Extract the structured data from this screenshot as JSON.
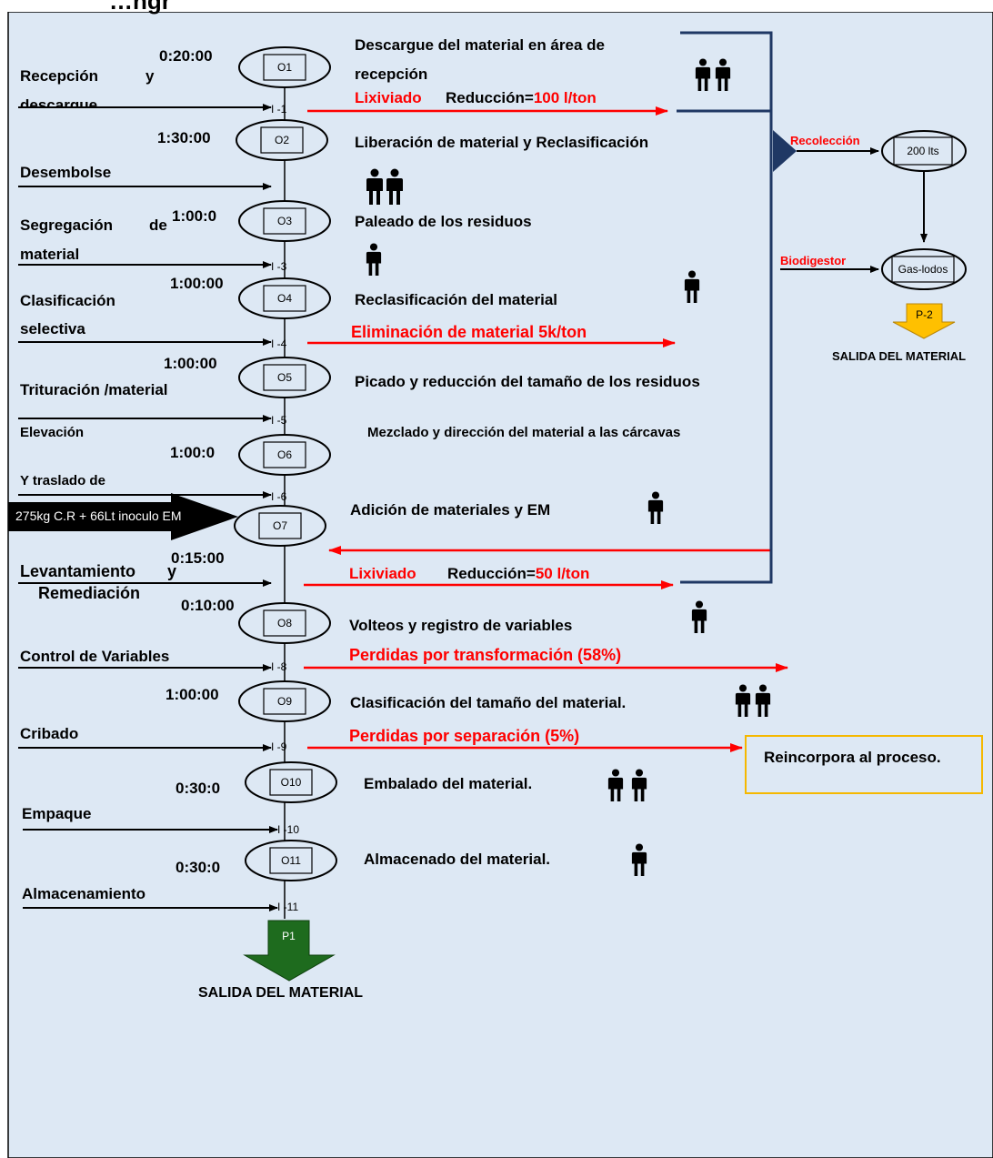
{
  "title_fragment": "…ngr",
  "operations": [
    {
      "id": "O1",
      "time": "0:20:00",
      "desc": "Descargue del material en área de",
      "desc2": "recepción",
      "inspection": "I -1"
    },
    {
      "id": "O2",
      "time": "1:30:00",
      "desc": "Liberación de material y Reclasificación",
      "inspection": ""
    },
    {
      "id": "O3",
      "time": "1:00:0",
      "desc": "Paleado de los residuos",
      "inspection": "I -3"
    },
    {
      "id": "O4",
      "time": "1:00:00",
      "desc": "Reclasificación del material",
      "inspection": "I -4"
    },
    {
      "id": "O5",
      "time": "1:00:00",
      "desc": "Picado y reducción del tamaño de los residuos",
      "inspection": "I -5"
    },
    {
      "id": "O6",
      "time": "1:00:0",
      "desc": "Mezclado y dirección del material a las cárcavas",
      "inspection": "I -6"
    },
    {
      "id": "O7",
      "time": "0:15:00",
      "desc": "Adición de materiales y EM",
      "inspection": ""
    },
    {
      "id": "O8",
      "time": "0:10:00",
      "desc": "Volteos y registro de variables",
      "inspection": "I -8"
    },
    {
      "id": "O9",
      "time": "1:00:00",
      "desc": "Clasificación del tamaño del material.",
      "inspection": "I -9"
    },
    {
      "id": "O10",
      "time": "0:30:0",
      "desc": "Embalado del material.",
      "inspection": "I -10"
    },
    {
      "id": "O11",
      "time": "0:30:0",
      "desc": "Almacenado del material.",
      "inspection": "I -11"
    }
  ],
  "inputs": {
    "recepcion": "Recepción",
    "recepcion_y": "y",
    "descargue": "descargue",
    "desembolse": "Desembolse",
    "segregacion": "Segregación",
    "segregacion_de": "de",
    "material": "material",
    "clasificacion": "Clasificación",
    "selectiva": "selectiva",
    "trituracion": "Trituración /material",
    "elevacion": "Elevación",
    "traslado": "Y traslado de",
    "dark_input": "275kg C.R + 66Lt inoculo EM",
    "levantamiento": "Levantamiento",
    "levantamiento_y": "y",
    "remediacion": "Remediación",
    "control": "Control de Variables",
    "cribado": "Cribado",
    "empaque": "Empaque",
    "almacenamiento": "Almacenamiento"
  },
  "losses": {
    "lix1_label": "Lixiviado",
    "lix1_red_prefix": "Reducción=",
    "lix1_value": "100 l/ton",
    "elim": "Eliminación de material  5k/ton",
    "lix2_label": "Lixiviado",
    "lix2_red_prefix": "Reducción=",
    "lix2_value": "50 l/ton",
    "perd_trans": "Perdidas por transformación (58%)",
    "perd_sep": "Perdidas por  separación (5%)"
  },
  "right_branch": {
    "recoleccion": "Recolección",
    "tank": "200 lts",
    "biodigestor": "Biodigestor",
    "gas": "Gas-lodos",
    "p2": "P-2",
    "salida2": "SALIDA DEL MATERIAL"
  },
  "reincorpora": "Reincorpora al proceso.",
  "output": {
    "p1": "P1",
    "salida": "SALIDA DEL MATERIAL"
  },
  "colors": {
    "background": "#dde8f4",
    "flow_red": "#ff0000",
    "bracket_navy": "#1f3864",
    "p1_green": "#1e6b1e",
    "p2_yellow": "#ffc000",
    "reinc_border": "#f5b800"
  },
  "workers": {
    "O1": 2,
    "O2": 2,
    "O3": 1,
    "O4": 1,
    "O7": 1,
    "O8": 1,
    "O9": 2,
    "O10": 2,
    "O11": 1
  }
}
